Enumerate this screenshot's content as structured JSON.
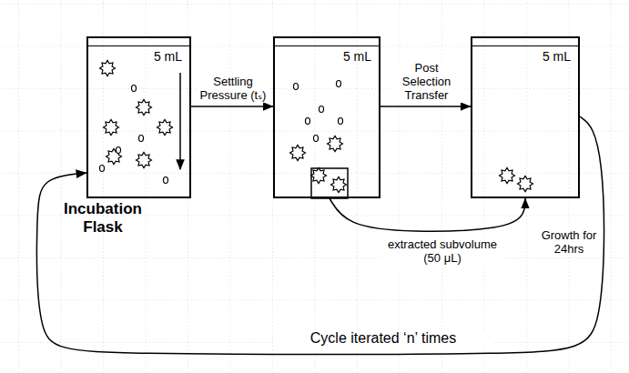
{
  "diagram": {
    "nodes": [
      {
        "text": [
          "5 mL",
          "Incubation Flask"
        ]
      },
      {
        "text": [
          "5 mL"
        ]
      },
      {
        "text": [
          "5 mL"
        ]
      }
    ],
    "edges": [
      {
        "from": 0,
        "to": 1,
        "arrow": "to",
        "label": "Settling Pressure (tₛ)"
      },
      {
        "from": 1,
        "to": 2,
        "arrow": "to",
        "label": "Post Selection Transfer"
      },
      {
        "from": 1,
        "to": 2,
        "arrow": "to",
        "label": "extracted subvolume (50 μL)"
      },
      {
        "from": 2,
        "to": 0,
        "arrow": "to",
        "label": "Cycle iterated ‘n’ times"
      }
    ],
    "labels": [
      "Growth for 24hrs"
    ]
  }
}
